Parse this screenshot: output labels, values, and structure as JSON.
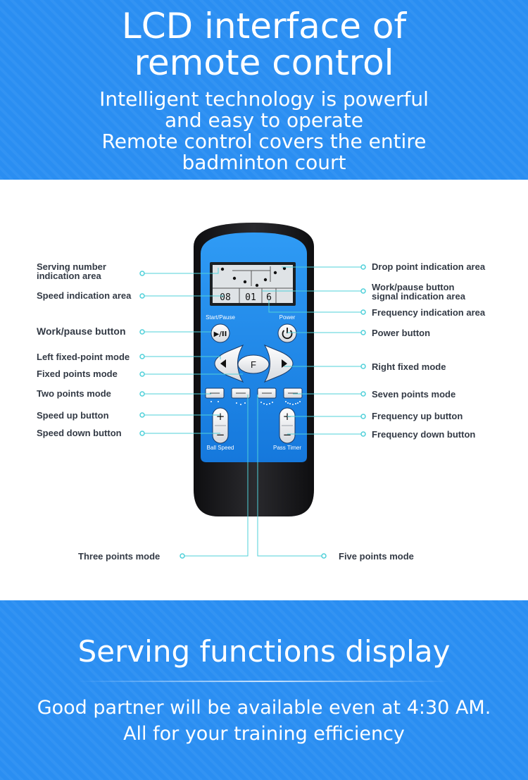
{
  "header": {
    "title_line1": "LCD interface of",
    "title_line2": "remote control",
    "subtitle_lines": [
      "Intelligent technology is powerful",
      "and easy to operate",
      "Remote control covers the entire",
      "badminton court"
    ]
  },
  "remote": {
    "lcd_digits": [
      "08",
      "01",
      "6"
    ],
    "start_pause_label": "Start/Pause",
    "power_label": "Power",
    "play_pause_glyph": "▶/II",
    "f_label": "F",
    "ball_speed_label": "Ball Speed",
    "pass_timer_label": "Pass Timer",
    "plus": "+",
    "minus": "−"
  },
  "labels": {
    "serving_number_1": "Serving number",
    "serving_number_2": "indication area",
    "speed_indication": "Speed indication area",
    "work_pause_button": "Work/pause button",
    "left_fixed_point": "Left fixed-point mode",
    "fixed_points": "Fixed points mode",
    "two_points": "Two points mode",
    "speed_up": "Speed up button",
    "speed_down": "Speed down button",
    "three_points": "Three points mode",
    "drop_point": "Drop point indication area",
    "work_pause_signal_1": "Work/pause button",
    "work_pause_signal_2": "signal indication area",
    "frequency_indication": "Frequency indication area",
    "power_button": "Power button",
    "right_fixed": "Right fixed mode",
    "seven_points": "Seven points mode",
    "frequency_up": "Frequency up button",
    "frequency_down": "Frequency down button",
    "five_points": "Five points mode"
  },
  "footer": {
    "title": "Serving functions display",
    "tagline1": "Good partner will be available even at 4:30 AM.",
    "tagline2": "All for your training efficiency"
  },
  "colors": {
    "brand_blue": "#2a8ef2",
    "remote_blue": "#1e88e6",
    "remote_body": "#1c1c1e",
    "leader_cyan": "#4fd0d9",
    "label_text": "#333a45"
  }
}
